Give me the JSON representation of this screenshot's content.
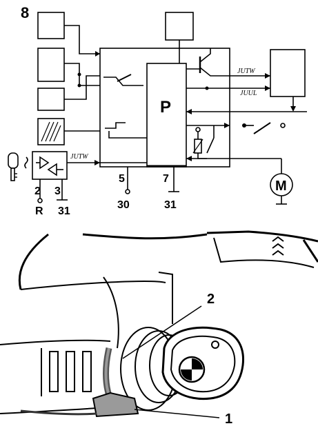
{
  "figure": {
    "number": "8",
    "processor_label": "P",
    "motor_label": "M",
    "signal_glyph": "JUTW",
    "signal_glyph_2": "JUUL"
  },
  "terminals": {
    "t2": "2",
    "t3": "3",
    "tR": "R",
    "t31a": "31",
    "t5": "5",
    "t30": "30",
    "t7": "7",
    "t31b": "31"
  },
  "callouts": {
    "c1": "1",
    "c2": "2"
  }
}
